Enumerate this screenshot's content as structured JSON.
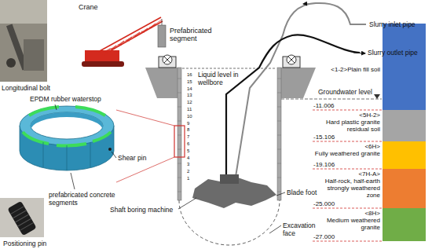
{
  "diagram": {
    "labels": [
      "Crane",
      "Prefabricated segment",
      "Longitudinal bolt",
      "EPDM rubber waterstop",
      "16",
      "15",
      "14",
      "13",
      "12",
      "11",
      "10",
      "9",
      "8",
      "7",
      "6",
      "5",
      "4",
      "3",
      "2",
      "1",
      "Liquid level in wellbore",
      "Slurry inlet pipe",
      "Slurry outlet pipe",
      "Groundwater level",
      "<1-2>Plain fill soil",
      "-11.006",
      "<5H-2>",
      "Hard plastic granite residual soil",
      "-15.106",
      "<6H>",
      "Fully weathered granite",
      "-19.106",
      "<7H-A>",
      "Half-rock, half-earth strongly weathered zone",
      "-25.000",
      "<8H>",
      "Medium weathered granite",
      "-27.000",
      "Shear pin",
      "prefabricated concrete segments",
      "Shaft boring machine",
      "Blade foot",
      "Excavation face",
      "Positioning pin"
    ]
  }
}
